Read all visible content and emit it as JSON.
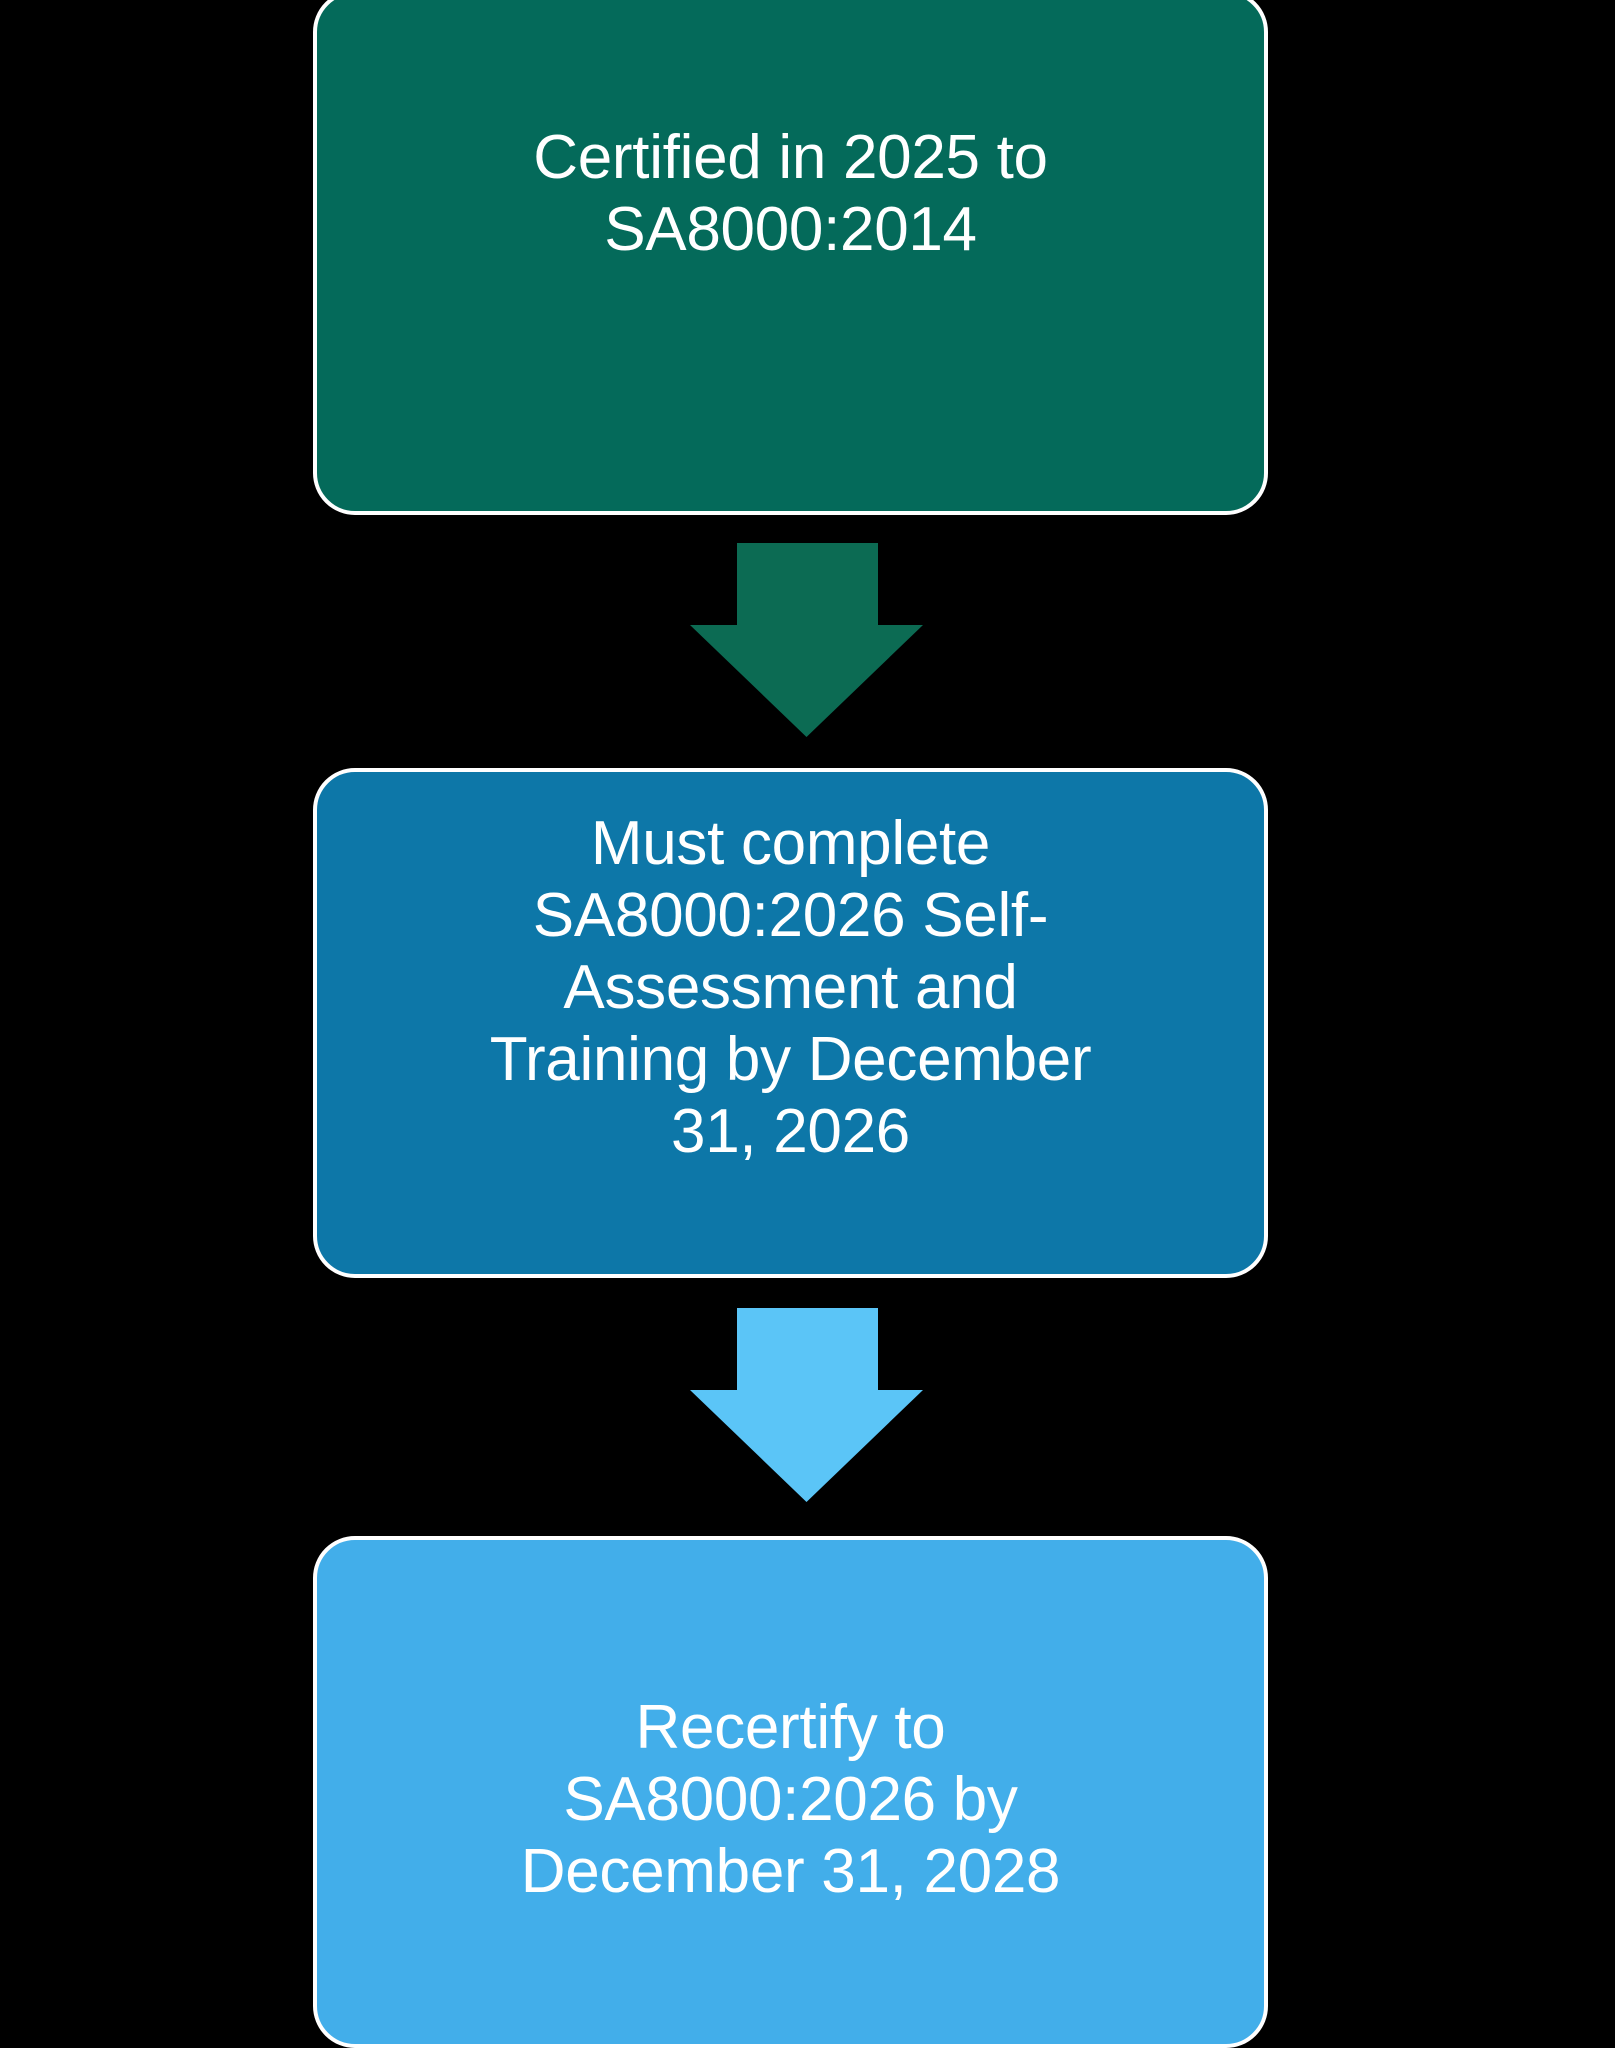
{
  "diagram": {
    "title": "SA8000 certification transition flow",
    "background_color": "#000000",
    "orientation": "vertical",
    "nodes": [
      {
        "id": "node-1",
        "name": "certified-2025-node",
        "text": "Certified in 2025 to\nSA8000:2014",
        "fill_color": "#046A5A",
        "border_color": "#FFFFFF",
        "text_color": "#FFFFFF"
      },
      {
        "id": "node-2",
        "name": "self-assessment-training-node",
        "text": "Must complete\nSA8000:2026 Self-\nAssessment and\nTraining by December\n31, 2026",
        "fill_color": "#0D77A8",
        "border_color": "#FFFFFF",
        "text_color": "#FFFFFF"
      },
      {
        "id": "node-3",
        "name": "recertify-2028-node",
        "text": "Recertify to\nSA8000:2026 by\nDecember 31, 2028",
        "fill_color": "#42AEEA",
        "border_color": "#FFFFFF",
        "text_color": "#FFFFFF"
      }
    ],
    "connectors": [
      {
        "id": "arrow-1",
        "name": "arrow-node1-to-node2",
        "direction": "down",
        "color": "#0C6B53"
      },
      {
        "id": "arrow-2",
        "name": "arrow-node2-to-node3",
        "direction": "down",
        "color": "#5BC5F7"
      }
    ]
  }
}
